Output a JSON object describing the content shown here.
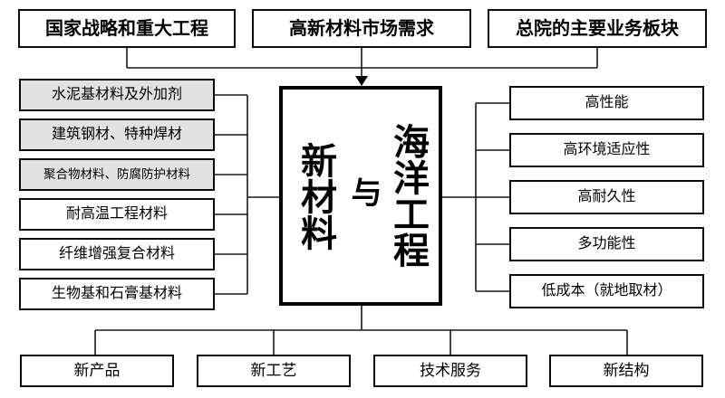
{
  "diagram": {
    "top_nodes": [
      {
        "label": "国家战略和重大工程"
      },
      {
        "label": "高新材料市场需求"
      },
      {
        "label": "总院的主要业务板块"
      }
    ],
    "center_node": {
      "right_column": "海洋工程",
      "middle_column": "与",
      "left_column": "新材料"
    },
    "left_nodes": [
      {
        "label": "水泥基材料及外加剂",
        "filled": true
      },
      {
        "label": "建筑钢材、特种焊材",
        "filled": true
      },
      {
        "label": "聚合物材料、防腐防护材料",
        "filled": true
      },
      {
        "label": "耐高温工程材料",
        "filled": false
      },
      {
        "label": "纤维增强复合材料",
        "filled": false
      },
      {
        "label": "生物基和石膏基材料",
        "filled": false
      }
    ],
    "right_nodes": [
      {
        "label": "高性能"
      },
      {
        "label": "高环境适应性"
      },
      {
        "label": "高耐久性"
      },
      {
        "label": "多功能性"
      },
      {
        "label": "低成本（就地取材）"
      }
    ],
    "bottom_nodes": [
      {
        "label": "新产品"
      },
      {
        "label": "新工艺"
      },
      {
        "label": "技术服务"
      },
      {
        "label": "新结构"
      }
    ],
    "colors": {
      "background": "#ffffff",
      "border": "#0a0a0a",
      "node_fill_gray": "#e2e2e2",
      "connector": "#1a1a1a"
    }
  }
}
